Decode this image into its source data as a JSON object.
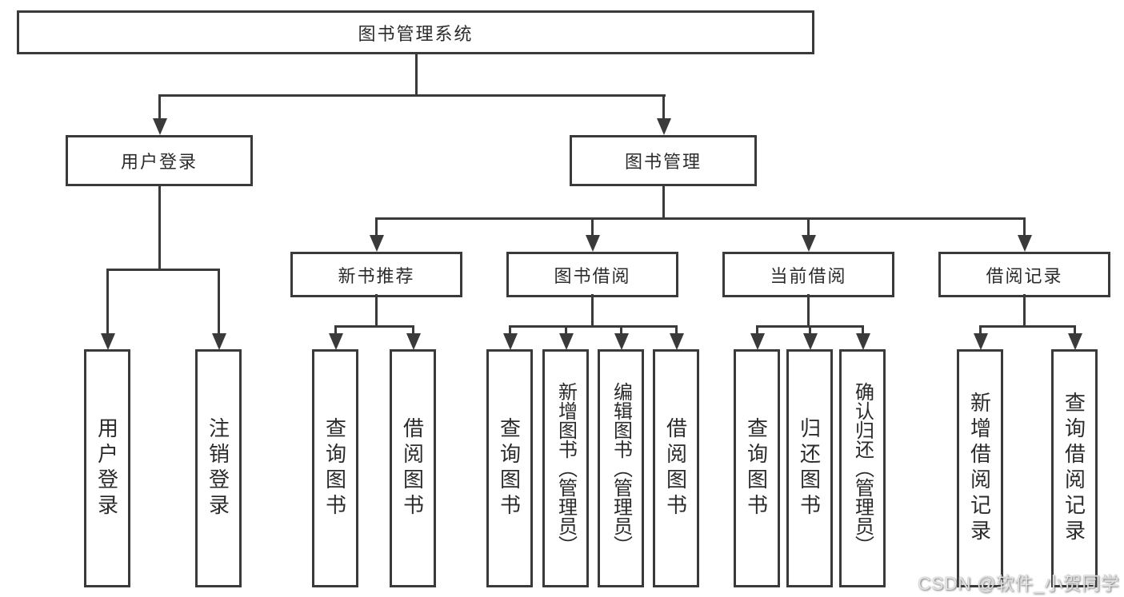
{
  "diagram": {
    "root": {
      "label": "图书管理系统"
    },
    "level2": [
      {
        "label": "用户登录"
      },
      {
        "label": "图书管理"
      }
    ],
    "level3": [
      {
        "label": "新书推荐",
        "parent": "图书管理"
      },
      {
        "label": "图书借阅",
        "parent": "图书管理"
      },
      {
        "label": "当前借阅",
        "parent": "图书管理"
      },
      {
        "label": "借阅记录",
        "parent": "图书管理"
      }
    ],
    "leaves": [
      {
        "label": "用户登录",
        "parent": "用户登录"
      },
      {
        "label": "注销登录",
        "parent": "用户登录"
      },
      {
        "label": "查询图书",
        "parent": "新书推荐"
      },
      {
        "label": "借阅图书",
        "parent": "新书推荐"
      },
      {
        "label": "查询图书",
        "parent": "图书借阅"
      },
      {
        "label": "新增图书（管理员）",
        "parent": "图书借阅"
      },
      {
        "label": "编辑图书（管理员）",
        "parent": "图书借阅"
      },
      {
        "label": "借阅图书",
        "parent": "图书借阅"
      },
      {
        "label": "查询图书",
        "parent": "当前借阅"
      },
      {
        "label": "归还图书",
        "parent": "当前借阅"
      },
      {
        "label": "确认归还（管理员）",
        "parent": "当前借阅"
      },
      {
        "label": "新增借阅记录",
        "parent": "借阅记录"
      },
      {
        "label": "查询借阅记录",
        "parent": "借阅记录"
      }
    ]
  },
  "watermark": {
    "text": "CSDN @软件_小贺同学"
  },
  "colors": {
    "line": "#3a3a3a",
    "box_border": "#3a3a3a",
    "text": "#2b2b2b",
    "background": "#ffffff",
    "watermark_text": "#e2e2e2"
  }
}
